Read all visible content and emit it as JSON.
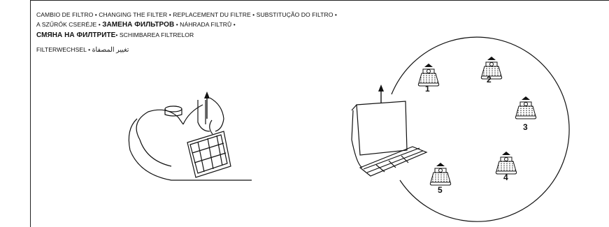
{
  "header": {
    "line1": "CAMBIO DE FILTRO • CHANGING THE FILTER • REPLACEMENT DU FILTRE • SUBSTITUÇÃO DO FILTRO •",
    "line2_a": "A SZŰRŐK CSERÉJE • ",
    "line2_b": "ЗАМЕНА ФИЛЬТРОВ",
    "line2_c": " • NÁHRADA FILTRŮ •",
    "line3_a": "СМЯНА НА ФИЛТРИТЕ",
    "line3_b": "• SCHIMBAREA FILTRELOR",
    "line4_a": "FILTERWECHSEL • ",
    "line4_b": "تغيير المصفاة"
  },
  "steps": [
    "1",
    "2",
    "3",
    "4",
    "5"
  ]
}
